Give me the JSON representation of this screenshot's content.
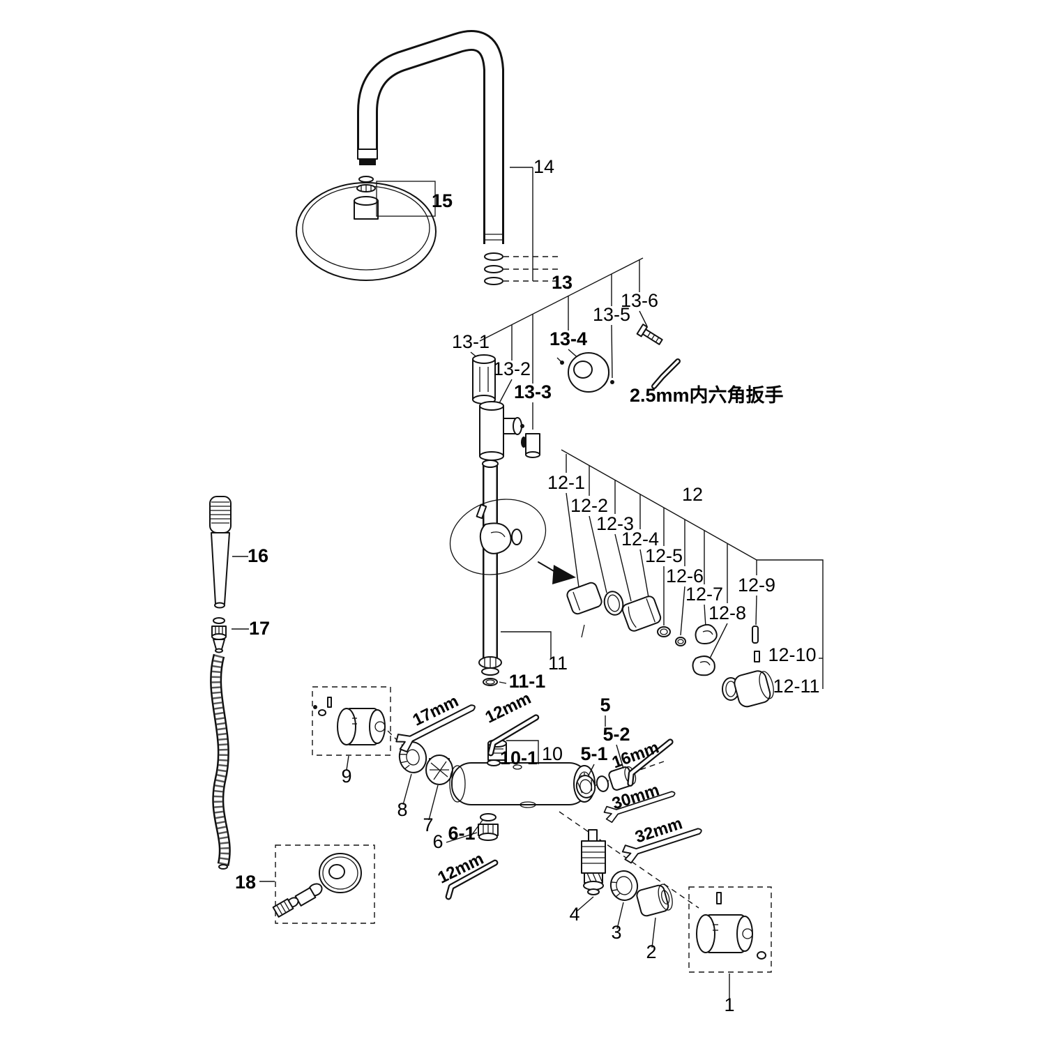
{
  "meta": {
    "background_color": "#ffffff",
    "line_color": "#111111",
    "diagram_kind": "exploded-parts-diagram-shower-system"
  },
  "labels": {
    "p1": "1",
    "p2": "2",
    "p3": "3",
    "p4": "4",
    "p5": "5",
    "p5_1": "5-1",
    "p5_2": "5-2",
    "p6": "6",
    "p6_1": "6-1",
    "p7": "7",
    "p8": "8",
    "p9": "9",
    "p10": "10",
    "p10_1": "10-1",
    "p11": "11",
    "p11_1": "11-1",
    "p12": "12",
    "p12_1": "12-1",
    "p12_2": "12-2",
    "p12_3": "12-3",
    "p12_4": "12-4",
    "p12_5": "12-5",
    "p12_6": "12-6",
    "p12_7": "12-7",
    "p12_8": "12-8",
    "p12_9": "12-9",
    "p12_10": "12-10",
    "p12_11": "12-11",
    "p13": "13",
    "p13_1": "13-1",
    "p13_2": "13-2",
    "p13_3": "13-3",
    "p13_4": "13-4",
    "p13_5": "13-5",
    "p13_6": "13-6",
    "p14": "14",
    "p15": "15",
    "p16": "16",
    "p17": "17",
    "p18": "18"
  },
  "annotations": {
    "hex_wrench_note": "2.5mm内六角扳手",
    "wrench_17mm": "17mm",
    "hex_12mm_top": "12mm",
    "hex_16mm": "16mm",
    "wrench_30mm": "30mm",
    "wrench_32mm": "32mm",
    "hex_12mm_bottom": "12mm"
  }
}
